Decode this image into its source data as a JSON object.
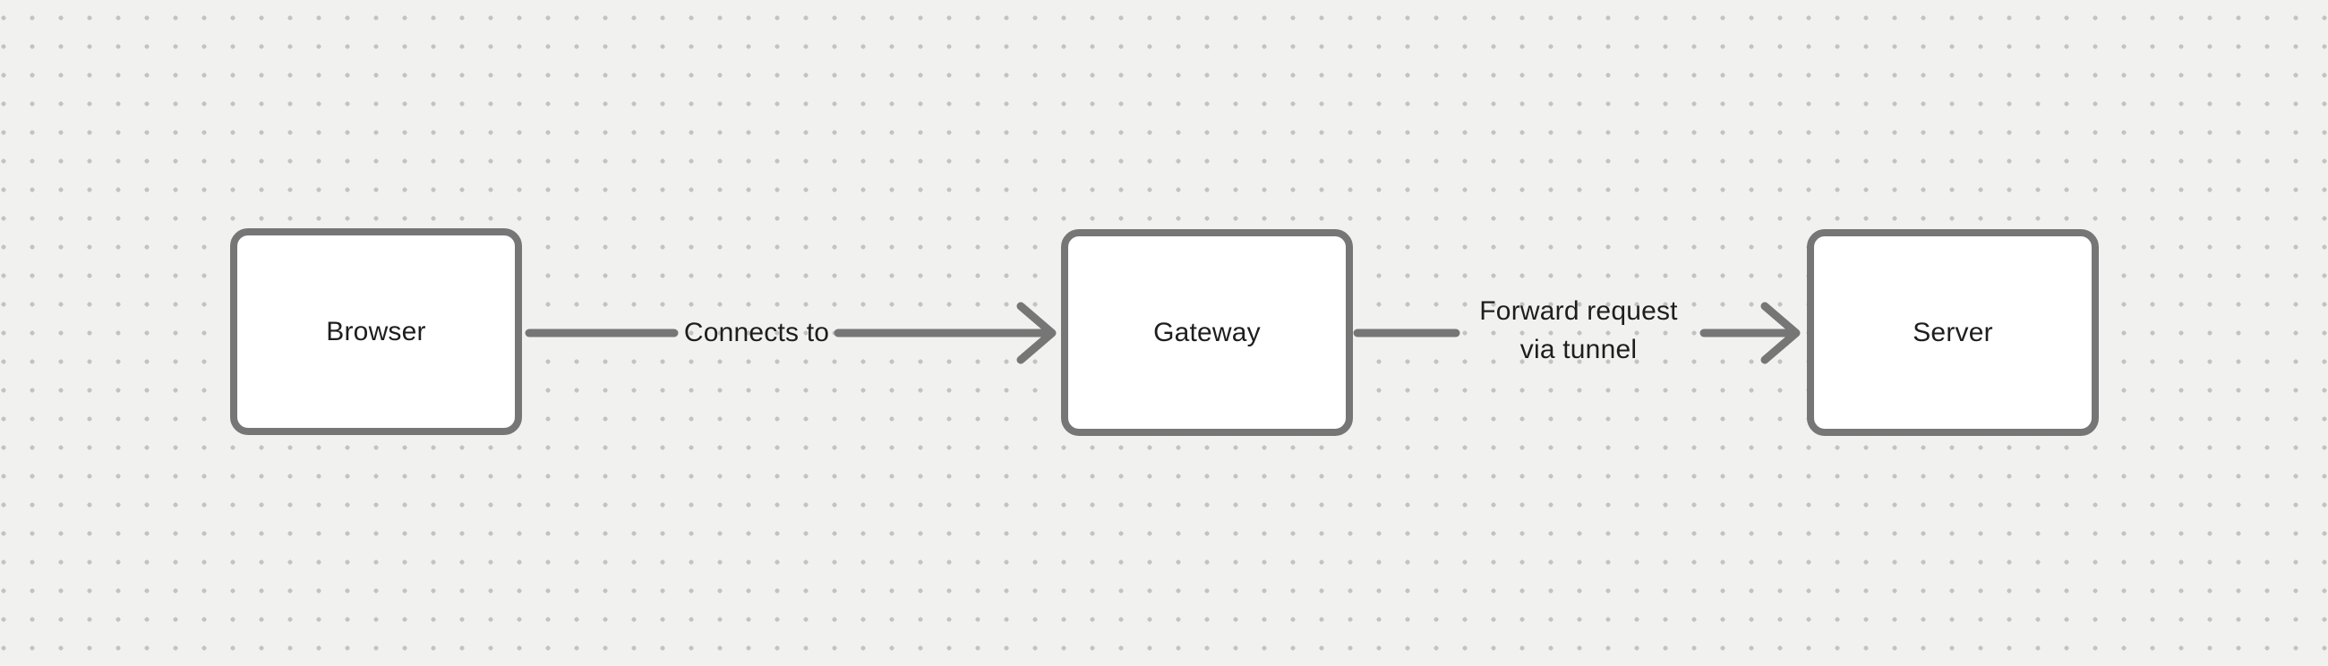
{
  "diagram": {
    "background": "#f1f1f0",
    "dot_color": "#c3c3c3"
  },
  "colors": {
    "stroke": "#767676",
    "node_fill": "#ffffff",
    "text": "#1e1e1e"
  },
  "nodes": [
    {
      "id": "browser",
      "label": "Browser"
    },
    {
      "id": "gateway",
      "label": "Gateway"
    },
    {
      "id": "server",
      "label": "Server"
    }
  ],
  "connectors": [
    {
      "from": "browser",
      "to": "gateway",
      "label": "Connects to"
    },
    {
      "from": "gateway",
      "to": "server",
      "label_lines": [
        "Forward request",
        "via tunnel"
      ]
    }
  ]
}
